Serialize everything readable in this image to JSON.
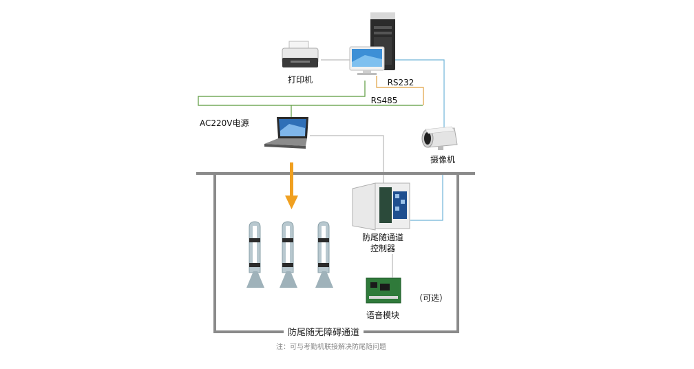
{
  "labels": {
    "printer": "打印机",
    "rs232": "RS232",
    "rs485": "RS485",
    "power": "AC220V电源",
    "camera": "摄像机",
    "controller_line1": "防尾随通道",
    "controller_line2": "控制器",
    "optional": "（可选）",
    "voice_module": "语音模块",
    "region_title": "防尾随无障碍通道",
    "note": "注：可与考勤机联接解决防尾随问题"
  },
  "colors": {
    "rs485_line": "#5a9a3c",
    "rs232_line": "#e0a040",
    "camera_line": "#6fb3d8",
    "gray_line": "#aaaaaa",
    "frame": "#8a8a8a",
    "arrow": "#f0a020"
  }
}
